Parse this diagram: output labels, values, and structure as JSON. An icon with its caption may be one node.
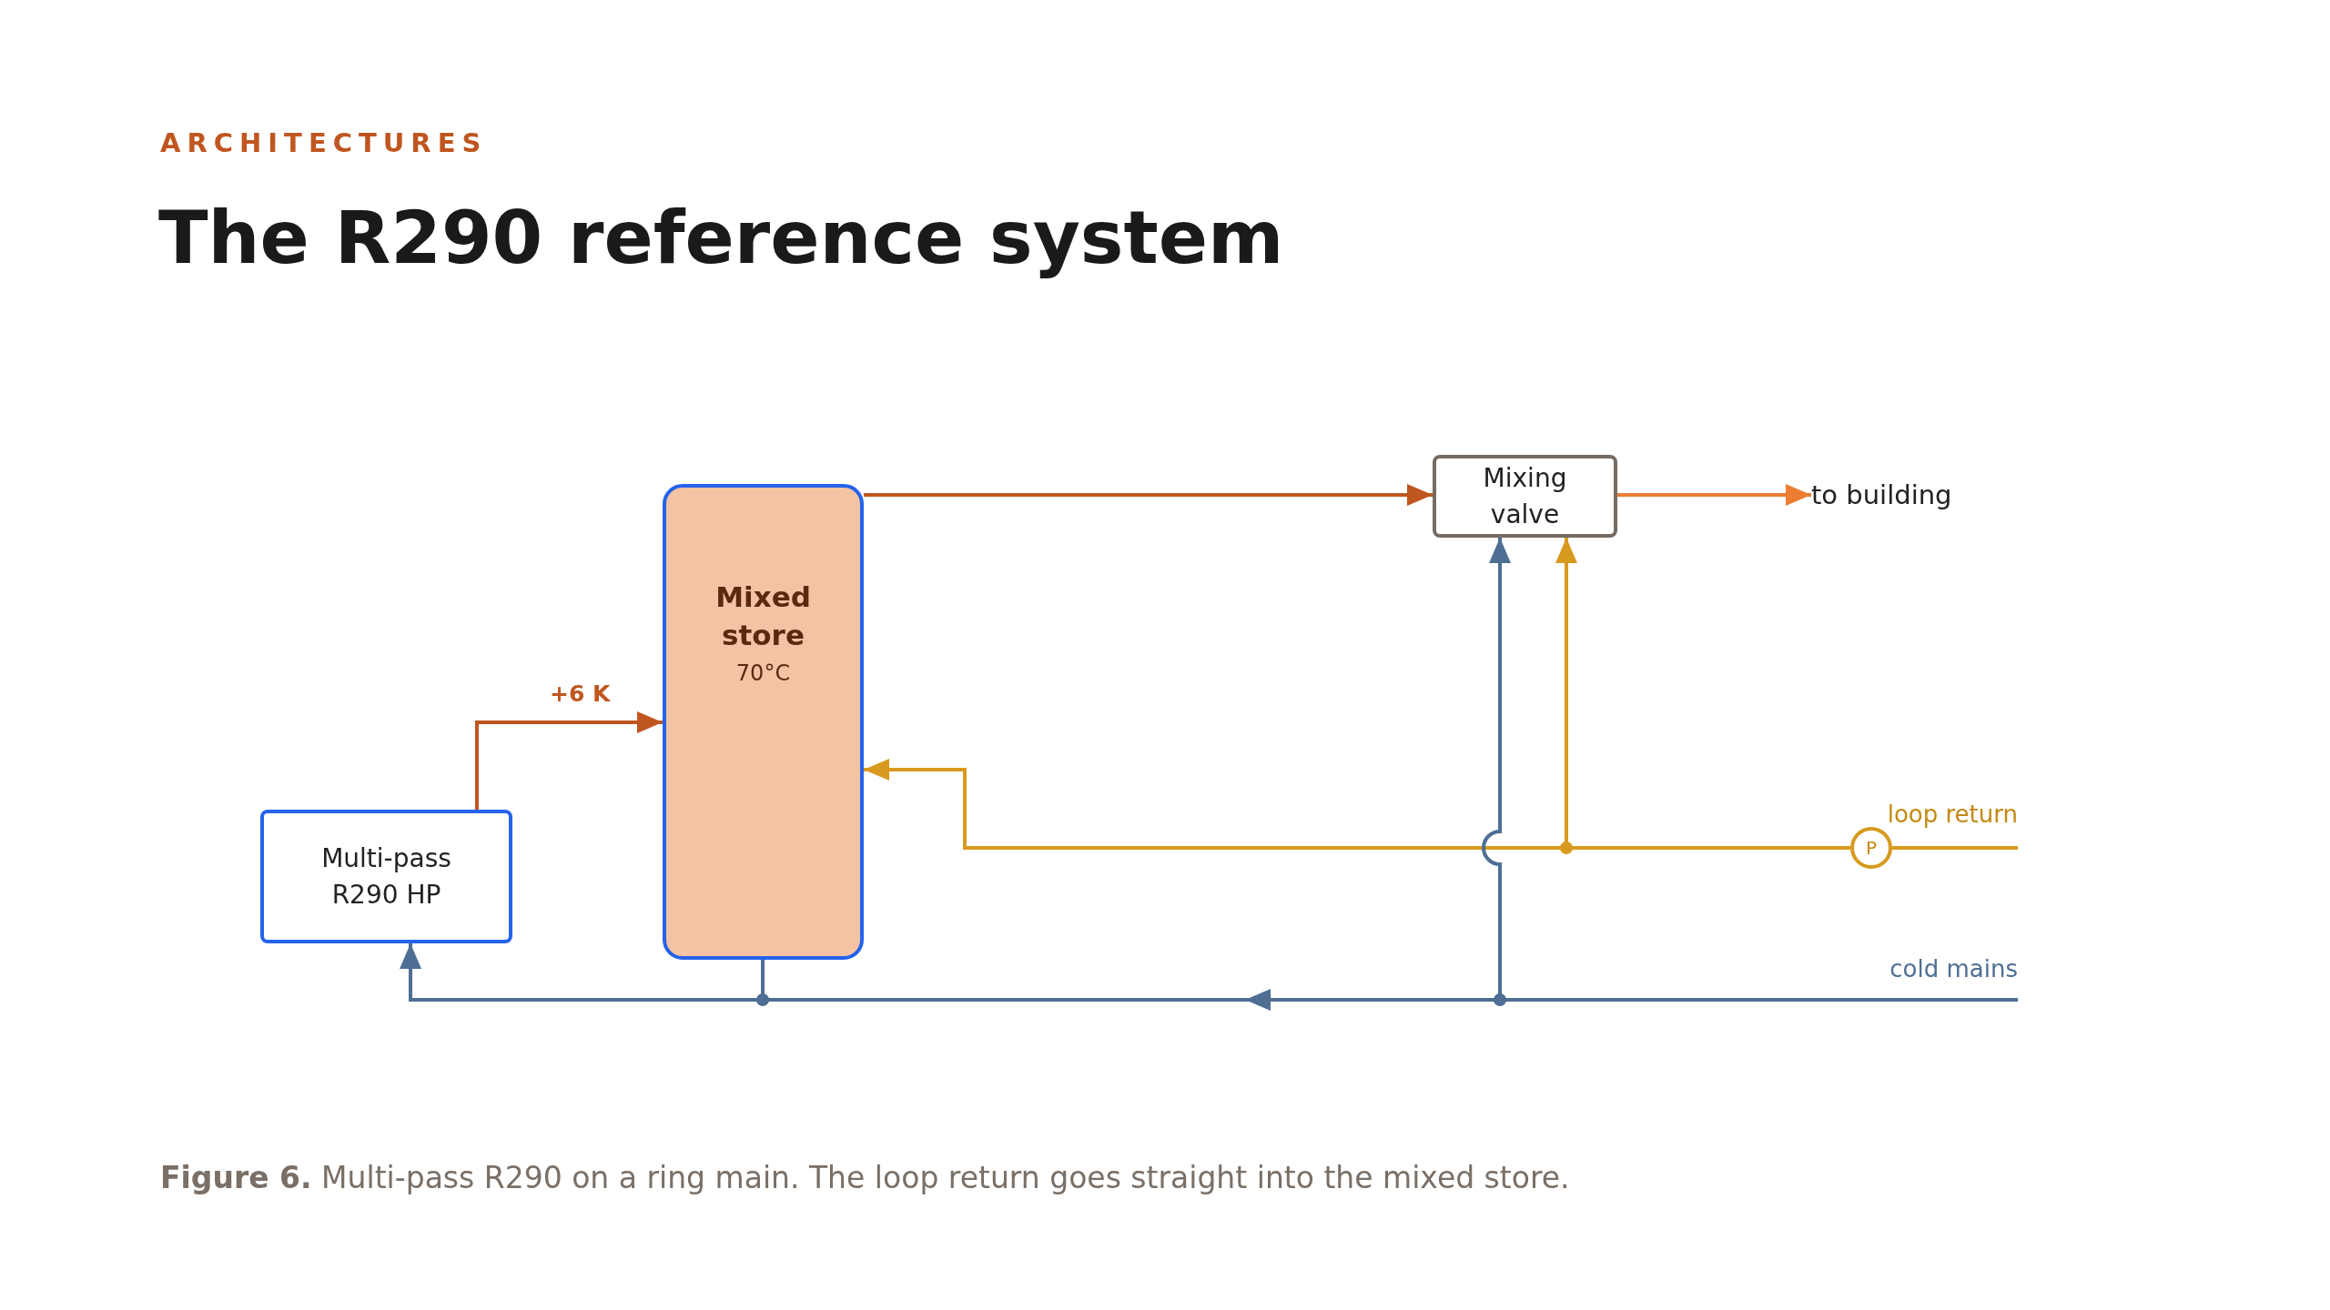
{
  "diagram": {
    "title": "The R290 reference system",
    "caption": "**Figure 6.** Multi-pass R290 on a ring main. The loop return goes straight into the mixed store.",
    "nodes": [
      {
        "text": [
          "Multi-pass R290 HP"
        ]
      },
      {
        "text": [
          "Mixed store",
          "70°C"
        ]
      },
      {
        "text": [
          "Mixing valve"
        ]
      },
      {
        "text": [
          "to building"
        ]
      },
      {
        "text": [
          "P"
        ]
      }
    ],
    "edges": [
      {
        "from": 0,
        "to": 1,
        "arrow": "to",
        "label": "+6 K",
        "color": "#c0561f"
      },
      {
        "from": 1,
        "to": 2,
        "arrow": "to",
        "color": "#c0561f"
      },
      {
        "from": 2,
        "to": 3,
        "arrow": "to",
        "color": "#ed7d31"
      },
      {
        "from": null,
        "to": 4,
        "arrow": "none",
        "color": "#d89a1e"
      },
      {
        "from": 4,
        "to": 1,
        "arrow": "to",
        "color": "#d89a1e"
      },
      {
        "from": 4,
        "to": 2,
        "arrow": "to",
        "color": "#d89a1e"
      },
      {
        "from": null,
        "to": 2,
        "arrow": "to",
        "color": "#4e6e94"
      },
      {
        "from": null,
        "to": 0,
        "arrow": "to",
        "color": "#4e6e94"
      },
      {
        "from": null,
        "to": 1,
        "arrow": "none",
        "color": "#4e6e94"
      }
    ],
    "labels": [
      "ARCHITECTURES",
      "loop return",
      "cold mains"
    ]
  }
}
